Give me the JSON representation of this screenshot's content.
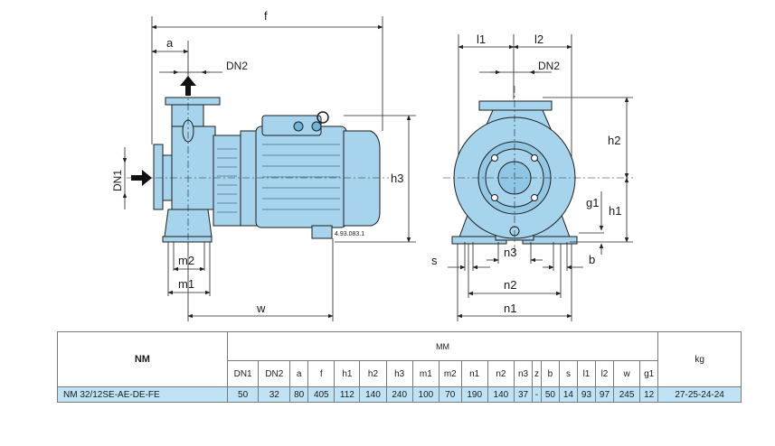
{
  "drawing_labels": {
    "f": "f",
    "a": "a",
    "dn2_side": "DN2",
    "dn1": "DN1",
    "h3": "h3",
    "ref_code": "4.93.083.1",
    "m2": "m2",
    "m1": "m1",
    "w": "w",
    "l1": "l1",
    "l2": "l2",
    "dn2_front": "DN2",
    "h2": "h2",
    "g1": "g1",
    "h1": "h1",
    "s": "s",
    "n3": "n3",
    "b": "b",
    "n2": "n2",
    "n1": "n1"
  },
  "table": {
    "nm_header": "NM",
    "mm_header": "MM",
    "kg_header": "kg",
    "columns": [
      "DN1",
      "DN2",
      "a",
      "f",
      "h1",
      "h2",
      "h3",
      "m1",
      "m2",
      "n1",
      "n2",
      "n3",
      "z",
      "b",
      "s",
      "l1",
      "l2",
      "w",
      "g1"
    ],
    "rows": [
      {
        "model": "NM  32/12SE-AE-DE-FE",
        "values": [
          "50",
          "32",
          "80",
          "405",
          "112",
          "140",
          "240",
          "100",
          "70",
          "190",
          "140",
          "37",
          "-",
          "50",
          "14",
          "93",
          "97",
          "245",
          "12"
        ],
        "kg": "27-25-24-24"
      }
    ]
  },
  "colors": {
    "pump_body": "#a6d4ec",
    "table_row": "#bfe3f5"
  }
}
